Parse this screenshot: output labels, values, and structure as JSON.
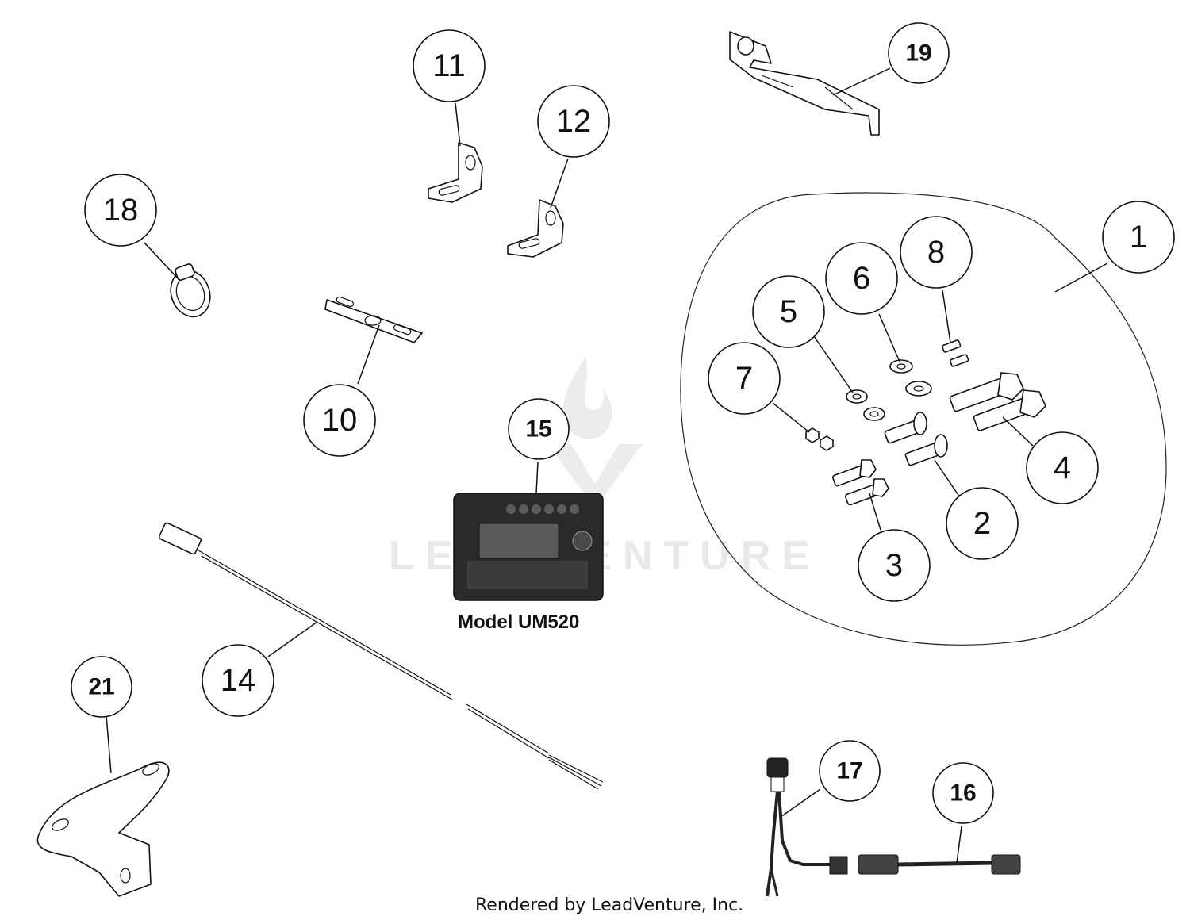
{
  "callouts": [
    {
      "id": "1",
      "label": "1"
    },
    {
      "id": "2",
      "label": "2"
    },
    {
      "id": "3",
      "label": "3"
    },
    {
      "id": "4",
      "label": "4"
    },
    {
      "id": "5",
      "label": "5"
    },
    {
      "id": "6",
      "label": "6"
    },
    {
      "id": "7",
      "label": "7"
    },
    {
      "id": "8",
      "label": "8"
    },
    {
      "id": "10",
      "label": "10"
    },
    {
      "id": "11",
      "label": "11"
    },
    {
      "id": "12",
      "label": "12"
    },
    {
      "id": "14",
      "label": "14"
    },
    {
      "id": "15",
      "label": "15"
    },
    {
      "id": "16",
      "label": "16"
    },
    {
      "id": "17",
      "label": "17"
    },
    {
      "id": "18",
      "label": "18"
    },
    {
      "id": "19",
      "label": "19"
    },
    {
      "id": "21",
      "label": "21"
    }
  ],
  "model_caption": "Model  UM520",
  "watermark": "LEADVENTURE",
  "footer": "Rendered by LeadVenture, Inc."
}
